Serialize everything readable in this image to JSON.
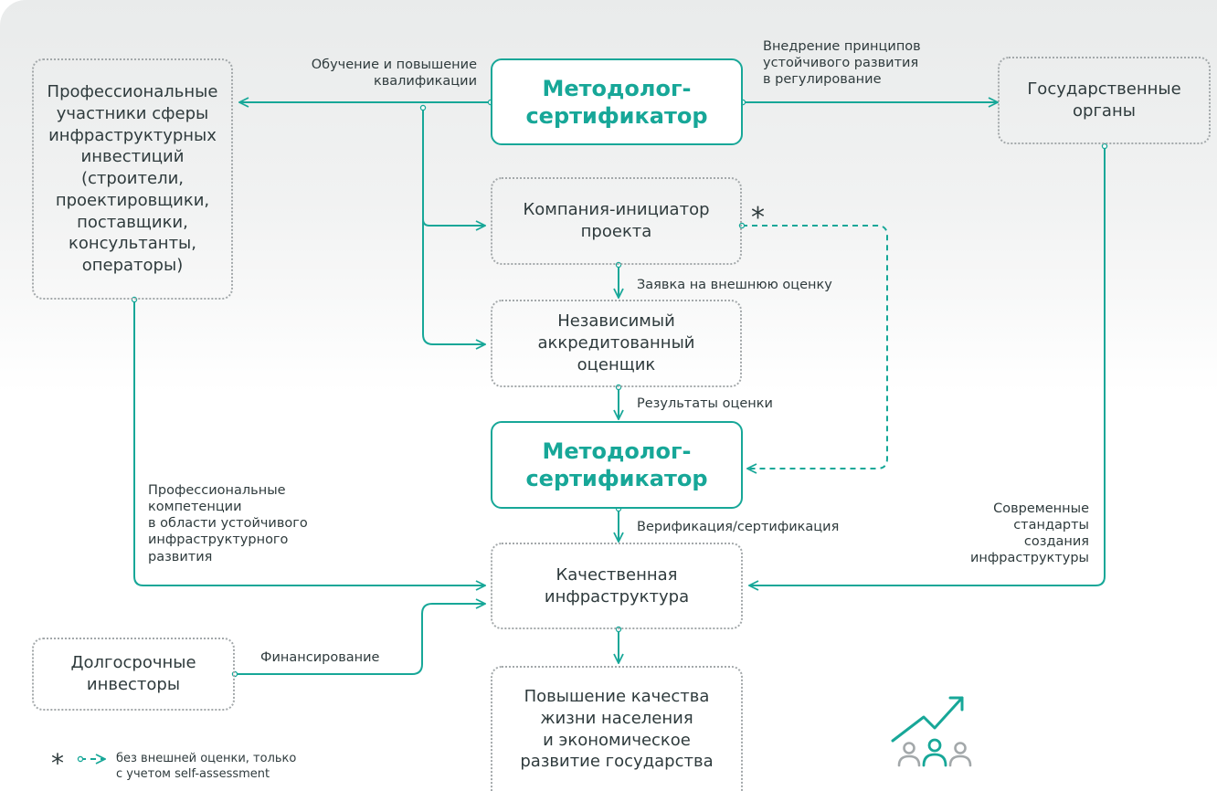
{
  "nodes": {
    "methodologist_top": "Методолог-\nсертификатор",
    "professionals": "Профессиональные\nучастники сферы\nинфраструктурных\nинвестиций\n(строители,\nпроектировщики,\nпоставщики,\nконсультанты,\nоператоры)",
    "government": "Государственные\nорганы",
    "initiator": "Компания-инициатор\nпроекта",
    "assessor": "Независимый\nаккредитованный\nоценщик",
    "methodologist_mid": "Методолог-\nсертификатор",
    "quality_infra": "Качественная\nинфраструктура",
    "investors": "Долгосрочные\nинвесторы",
    "life_quality": "Повышение качества\nжизни населения\nи экономическое\nразвитие государства"
  },
  "edge_labels": {
    "training": "Обучение и повышение\nквалификации",
    "principles": "Внедрение принципов\nустойчивого развития\nв регулирование",
    "application": "Заявка на внешнюю оценку",
    "results": "Результаты оценки",
    "verification": "Верификация/сертификация",
    "competences": "Профессиональные\nкомпетенции\nв области устойчивого\nинфраструктурного\nразвития",
    "standards": "Современные\nстандарты\nсоздания\nинфраструктуры",
    "financing": "Финансирование"
  },
  "legend": {
    "symbol": "*",
    "text": "без внешней оценки, только\nс учетом self-assessment"
  },
  "icons": {
    "growth": "growth-people-icon"
  },
  "colors": {
    "accent": "#17a798",
    "dotted_border": "#a3a8aa",
    "text": "#2f3b3d"
  }
}
